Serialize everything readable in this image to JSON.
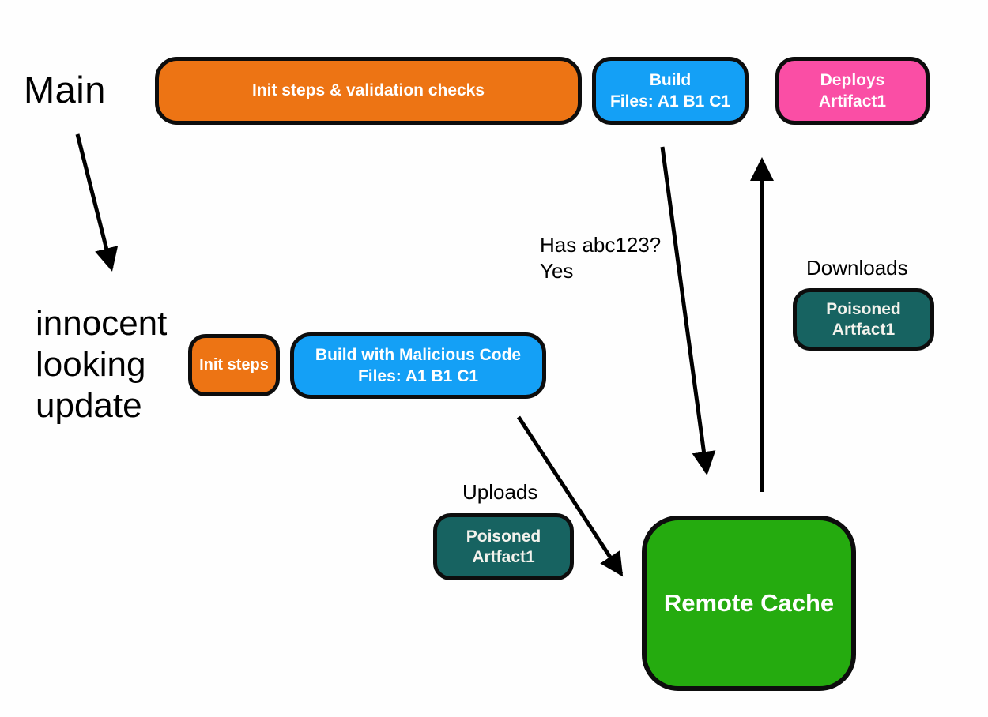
{
  "diagram": {
    "kind": "flow-diagram",
    "background": "#fefefe",
    "labels": {
      "main": "Main",
      "branch_lines": [
        "innocent",
        "looking",
        "update"
      ],
      "has_hash_question": "Has abc123?",
      "has_hash_answer": "Yes",
      "downloads": "Downloads",
      "uploads": "Uploads"
    },
    "nodes": {
      "init_validation": {
        "lines": [
          "Init steps & validation checks"
        ],
        "color": "#ED7414"
      },
      "build": {
        "lines": [
          "Build",
          "Files: A1 B1 C1"
        ],
        "color": "#14A0F6"
      },
      "deploys": {
        "lines": [
          "Deploys",
          "Artifact1"
        ],
        "color": "#FA4EA5"
      },
      "init_steps": {
        "lines": [
          "Init steps"
        ],
        "color": "#ED7414"
      },
      "build_malicious": {
        "lines": [
          "Build with Malicious Code",
          "Files: A1 B1 C1"
        ],
        "color": "#14A0F6"
      },
      "poisoned_download": {
        "lines": [
          "Poisoned",
          "Artfact1"
        ],
        "color": "#176361"
      },
      "poisoned_upload": {
        "lines": [
          "Poisoned",
          "Artfact1"
        ],
        "color": "#176361"
      },
      "remote_cache": {
        "lines": [
          "Remote Cache"
        ],
        "color": "#25AB0F"
      }
    },
    "arrows": {
      "main_to_branch": "from Main label to innocent looking update",
      "build_to_cache": "from Build node down to Remote Cache (Has abc123? Yes)",
      "cache_to_deploys": "from Remote Cache up to Deploys Artifact1",
      "malicious_build_to_cache": "from Build with Malicious Code down to Remote Cache (Uploads)"
    },
    "colors": {
      "node_border": "#0d0d0d",
      "arrow": "#000000",
      "annotation_text": "#000000",
      "node_text": "#ffffff"
    }
  }
}
